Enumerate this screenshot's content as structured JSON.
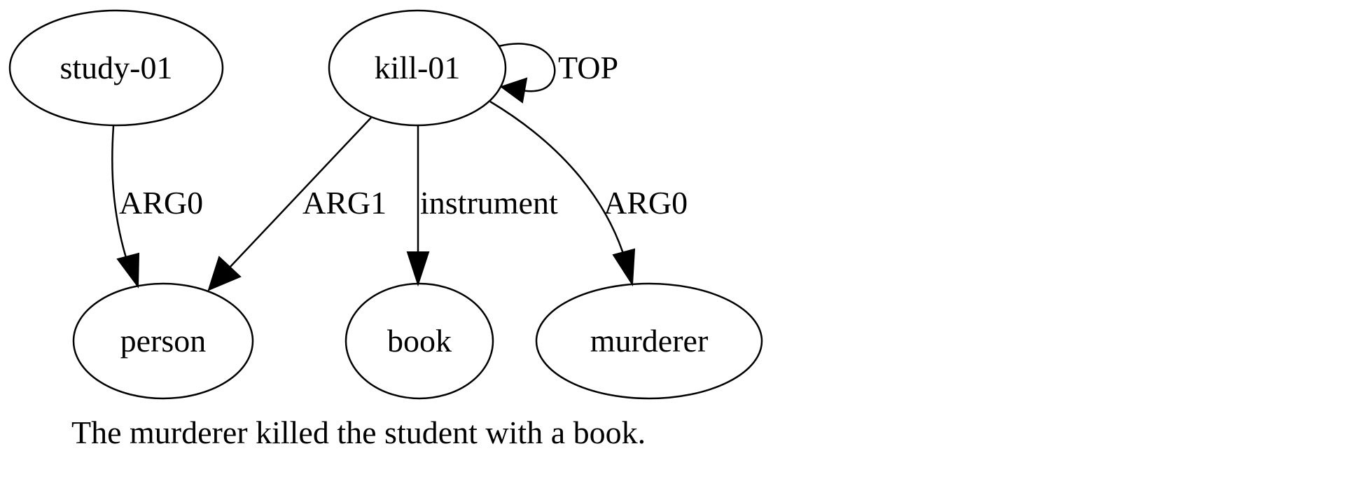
{
  "nodes": {
    "study": "study-01",
    "kill": "kill-01",
    "person": "person",
    "book": "book",
    "murderer": "murderer"
  },
  "edges": {
    "kill_top": "TOP",
    "study_person": "ARG0",
    "kill_person": "ARG1",
    "kill_book": "instrument",
    "kill_murderer": "ARG0"
  },
  "caption": "The murderer killed the student with a book."
}
